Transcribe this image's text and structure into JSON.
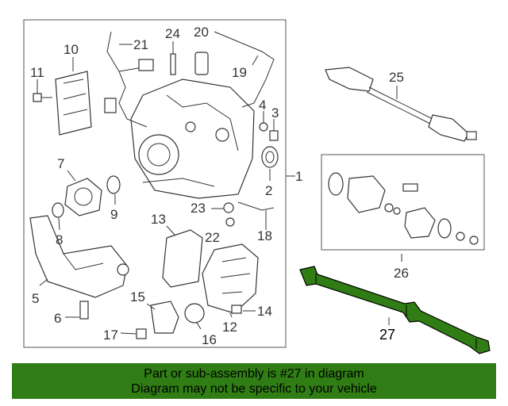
{
  "callouts": [
    {
      "id": "1",
      "text": "1"
    },
    {
      "id": "2",
      "text": "2"
    },
    {
      "id": "3",
      "text": "3"
    },
    {
      "id": "4",
      "text": "4"
    },
    {
      "id": "5",
      "text": "5"
    },
    {
      "id": "6",
      "text": "6"
    },
    {
      "id": "7",
      "text": "7"
    },
    {
      "id": "8",
      "text": "8"
    },
    {
      "id": "9",
      "text": "9"
    },
    {
      "id": "10",
      "text": "10"
    },
    {
      "id": "11",
      "text": "11"
    },
    {
      "id": "12",
      "text": "12"
    },
    {
      "id": "13",
      "text": "13"
    },
    {
      "id": "14",
      "text": "14"
    },
    {
      "id": "15",
      "text": "15"
    },
    {
      "id": "16",
      "text": "16"
    },
    {
      "id": "17",
      "text": "17"
    },
    {
      "id": "18",
      "text": "18"
    },
    {
      "id": "19",
      "text": "19"
    },
    {
      "id": "20",
      "text": "20"
    },
    {
      "id": "21",
      "text": "21"
    },
    {
      "id": "22",
      "text": "22"
    },
    {
      "id": "23",
      "text": "23"
    },
    {
      "id": "24",
      "text": "24"
    },
    {
      "id": "25",
      "text": "25"
    },
    {
      "id": "26",
      "text": "26"
    },
    {
      "id": "27",
      "text": "27"
    }
  ],
  "highlight": {
    "part": "27",
    "color": "#2f7d14"
  },
  "banner": {
    "line1": "Part or sub-assembly is #27 in diagram",
    "line2": "Diagram may not be specific to your vehicle",
    "color": "#2f7d14"
  }
}
